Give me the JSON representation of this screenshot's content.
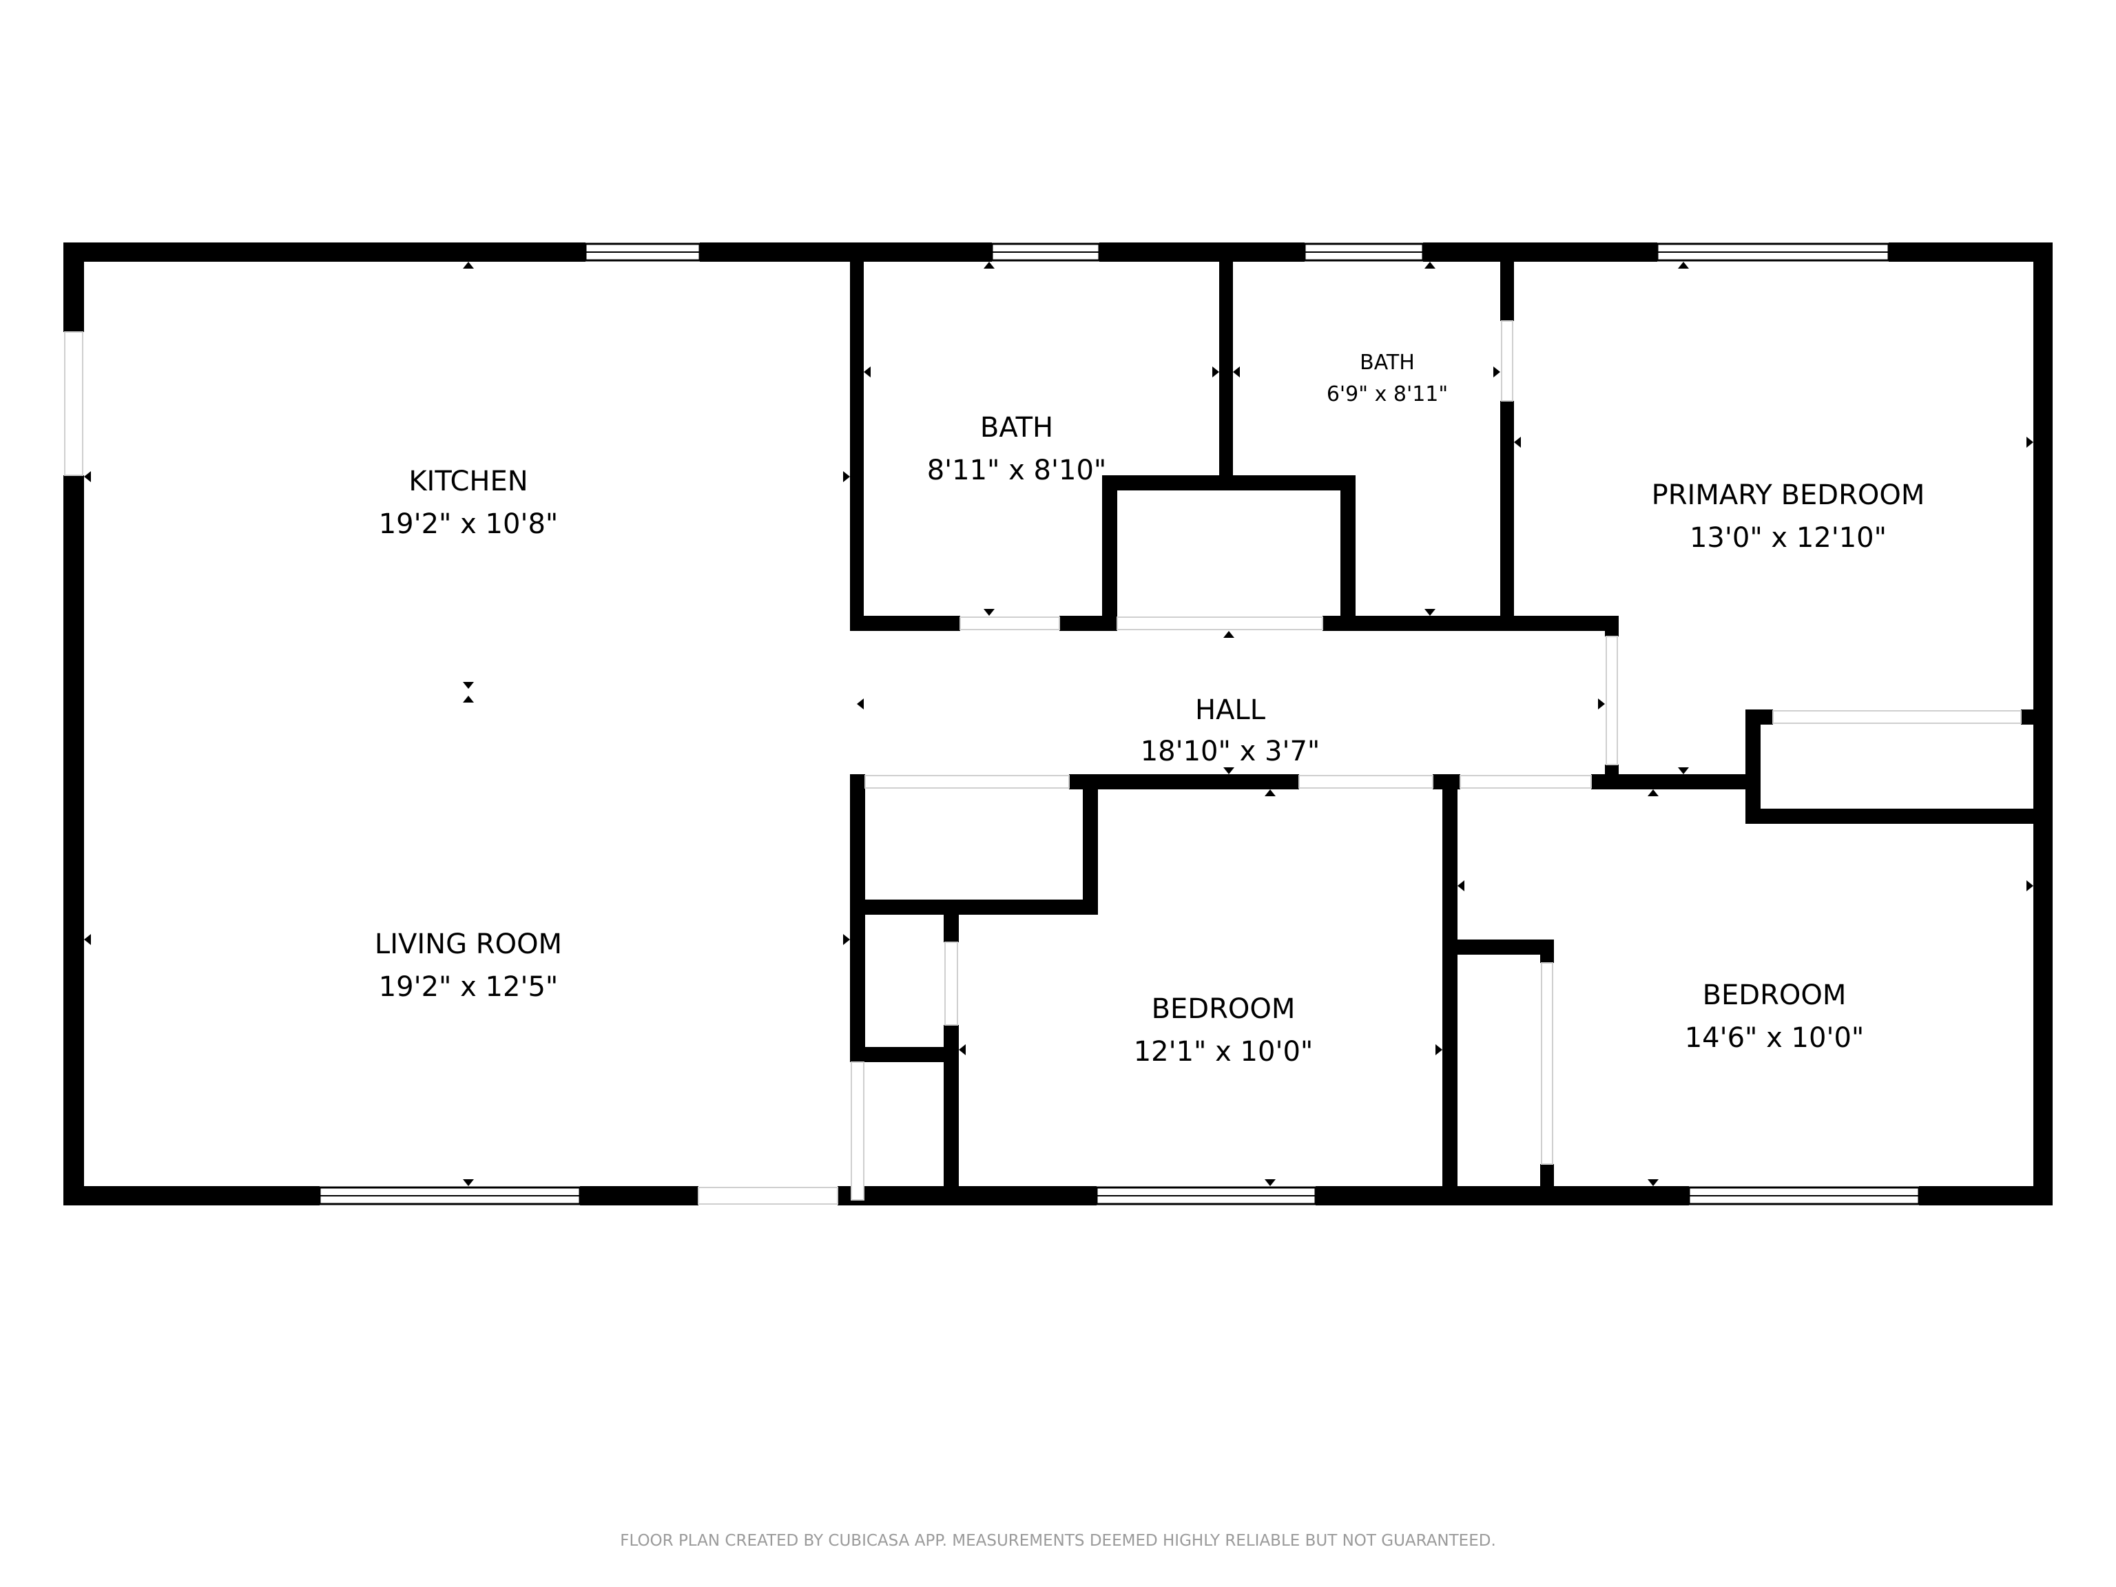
{
  "floor_plan": {
    "rooms": {
      "kitchen": {
        "name": "KITCHEN",
        "dims": "19'2\" x 10'8\""
      },
      "living_room": {
        "name": "LIVING ROOM",
        "dims": "19'2\" x 12'5\""
      },
      "bath_1": {
        "name": "BATH",
        "dims": "8'11\" x 8'10\""
      },
      "bath_2": {
        "name": "BATH",
        "dims": "6'9\" x 8'11\""
      },
      "primary_bedroom": {
        "name": "PRIMARY BEDROOM",
        "dims": "13'0\" x 12'10\""
      },
      "hall": {
        "name": "HALL",
        "dims": "18'10\" x 3'7\""
      },
      "bedroom_1": {
        "name": "BEDROOM",
        "dims": "12'1\" x 10'0\""
      },
      "bedroom_2": {
        "name": "BEDROOM",
        "dims": "14'6\" x 10'0\""
      }
    },
    "wall_color": "#000000",
    "background_color": "#ffffff",
    "footer": "FLOOR PLAN CREATED BY CUBICASA APP. MEASUREMENTS DEEMED HIGHLY RELIABLE BUT NOT GUARANTEED."
  }
}
